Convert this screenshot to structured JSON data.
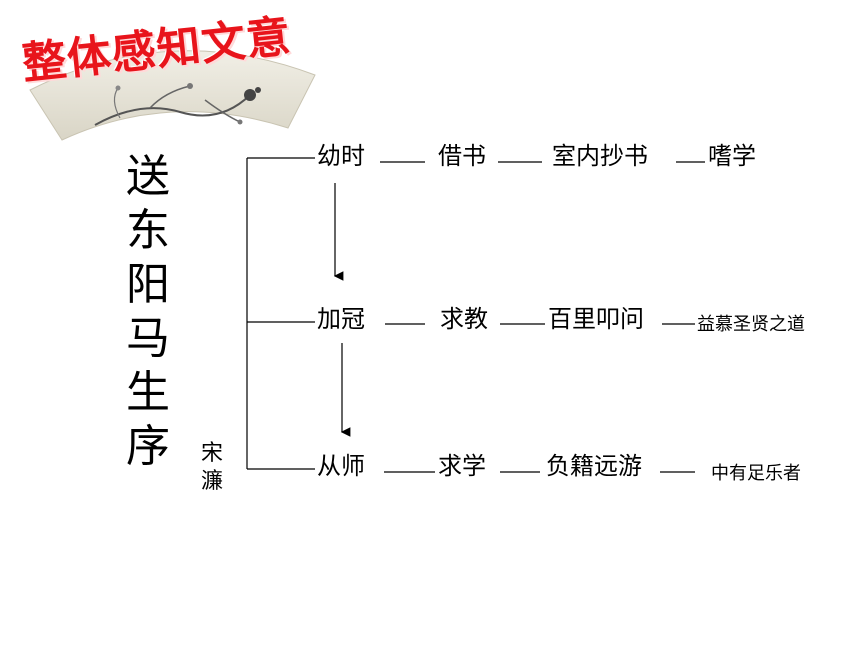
{
  "heading": "整体感知文意",
  "title": "送东阳马生序",
  "author": "宋濂",
  "rows": [
    {
      "period": "幼时",
      "action": "借书",
      "method": "室内抄书",
      "result": "嗜学"
    },
    {
      "period": "加冠",
      "action": "求教",
      "method": "百里叩问",
      "result": "益慕圣贤之道"
    },
    {
      "period": "从师",
      "action": "求学",
      "method": "负籍远游",
      "result": "中有足乐者"
    }
  ],
  "colors": {
    "heading": "#e8141b",
    "line": "#000000",
    "fan": "#e9e6db"
  },
  "icons": {
    "fan": "folding-fan-painting-icon"
  }
}
